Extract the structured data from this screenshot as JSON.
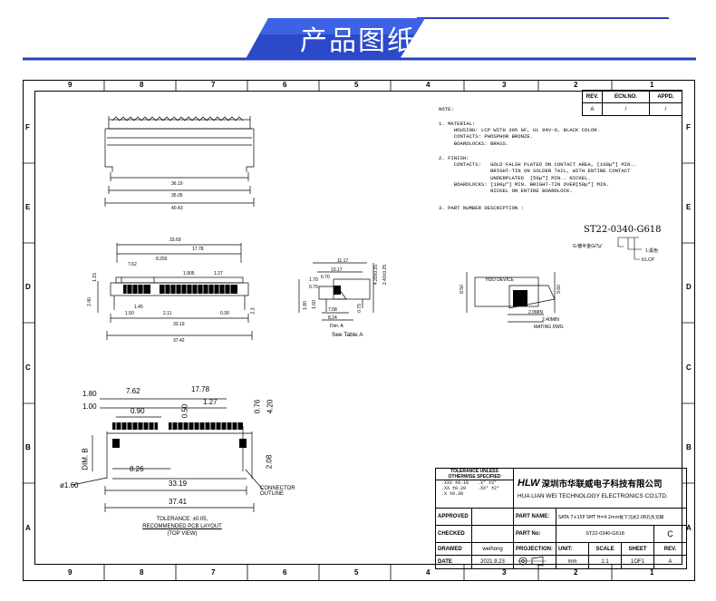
{
  "banner": {
    "title": "产品图纸",
    "color_dark": "#1f3aa8",
    "color_light": "#3b63e6"
  },
  "zones": {
    "columns": [
      "9",
      "8",
      "7",
      "6",
      "5",
      "4",
      "3",
      "2",
      "1"
    ],
    "rows": [
      "F",
      "E",
      "D",
      "C",
      "B",
      "A"
    ]
  },
  "revision": {
    "headers": [
      "REV.",
      "ECN.NO.",
      "APPD."
    ],
    "values": [
      "A",
      "/",
      "/"
    ]
  },
  "notes": {
    "title": "NOTE:",
    "material": "1. MATERIAL:\n     HOUSING: LCP WITH 30% GF, UL 94V-0, BLACK COLOR.\n     CONTACTS: PHOSPHOR BRONZE.\n     BOARDLOCKS: BRASS.",
    "finish": "2. FINISH:\n     CONTACTS:   GOLD FALSH PLATED ON CONTACT AREA, [100µ\"] MIN..\n                 BRIGHT-TIN ON SOLDER TAIL, WITH ENTIRE CONTACT\n                 UNDERPLATED  [50µ\"] MIN.. NICKEL.\n     BOARDLOCKS: [100µ\"] MIN. BRIGHT-TIN OVER[50µ\"] MIN.\n                 NICKEL ON ENTIRE BOARDLOCK.",
    "part_desc": "3. PART NUMBER DESCRIPTION :"
  },
  "part_number": {
    "code": "ST22-0340-G618",
    "g_label": "G:镀半金G/7µ\"",
    "one_label": "1:黑色",
    "six_label": "6:LCP"
  },
  "top_view_dims": {
    "d1": "36.19",
    "d2": "35.05",
    "d3": "40.43"
  },
  "front_view_dims": {
    "a": "33.69",
    "b": "17.78",
    "c": "7.62",
    "d": "8.255",
    "e": "1.905",
    "f": "1.27",
    "g": "1.15",
    "h": "2.40",
    "i": "1.45",
    "j": "1.50",
    "k": "2.11",
    "l": "0.30",
    "m": "2.3",
    "n": "33.19",
    "o": "37.42"
  },
  "side_view_dims": {
    "a": "11.17",
    "b": "10.17",
    "c": "6.70",
    "d": "1.70",
    "e": "0.70",
    "f": "1.80",
    "g": "7.58",
    "h": "8.24",
    "i": "Dim. A",
    "j": "4.20±0.25",
    "k": "2.40±0.25",
    "l": "1.60",
    "m": "0.75",
    "see_table": "See Table A"
  },
  "mating_dims": {
    "device": "HDD DEVICE",
    "a": "8.50",
    "b": "9.60",
    "c": "2.0MIN",
    "d": "2.40MIN",
    "e": "MATING DWG"
  },
  "pcb_dims": {
    "a": "1.80",
    "b": "1.00",
    "c": "7.62",
    "d": "0.90",
    "e": "17.78",
    "f": "1.27",
    "g": "0.50",
    "h": "0.76",
    "i": "4.20",
    "j": "DIM. B",
    "k": "8.26",
    "l": "2.08",
    "m": "33.19",
    "n": "37.41",
    "o": "ø1.60",
    "connector": "CONNECTOR\nOUTLINE"
  },
  "tolerance_note": {
    "l1": "TOLERANCE: ±0.05,",
    "l2": "RECOMMENDED PCB LAYOUT",
    "l3": "(TOP VIEW)"
  },
  "title_block": {
    "tol_head1": "TOLERANCE UNLESS",
    "tol_head2": "OTHERWISE SPECIFIED",
    "tol_rows": [
      ".XXX ±0.10",
      ".XX  ±0.20",
      ".X   ±0.30"
    ],
    "ang_rows": [
      ".X°  ±3°",
      ".XX° ±2°"
    ],
    "logo": "HLW",
    "company_cn": "深圳市华联威电子科技有限公司",
    "company_en": "HUA LIAN WEI TECHNOLOGY ELECTRONICS CO;LTD.",
    "approved": "APPROVED",
    "checked": "CHECKED",
    "drawed": "DRAWED",
    "date": "DATE",
    "drawer": "weihong",
    "date_val": "2021.9.23",
    "part_name_label": "PART NAME:",
    "part_name": "SATA 7+15P SMT H=4.2mm板下沉式2.06孔负叉脚",
    "part_no_label": "PART No:",
    "part_no": "ST22-0340-G618",
    "rev_letter": "C",
    "projection": "PROJECTION:",
    "unit_label": "UNIT:",
    "scale_label": "SCALE",
    "sheet_label": "SHEET",
    "rev_label": "REV.",
    "unit": "mm",
    "scale": "1:1",
    "sheet": "1OF1",
    "rev": "A"
  }
}
